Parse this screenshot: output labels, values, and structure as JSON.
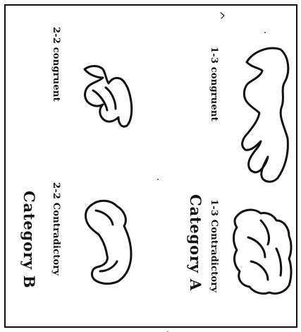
{
  "figure": {
    "panels": [
      {
        "id": "a1",
        "label": "1-3  congruent"
      },
      {
        "id": "a2",
        "label": "1-3  Contradictory"
      },
      {
        "id": "b1",
        "label": "2-2  congruent"
      },
      {
        "id": "b2",
        "label": "2-2  Contradictory"
      }
    ],
    "categories": [
      {
        "id": "a",
        "label": "Category A"
      },
      {
        "id": "b",
        "label": "Category B"
      }
    ]
  }
}
